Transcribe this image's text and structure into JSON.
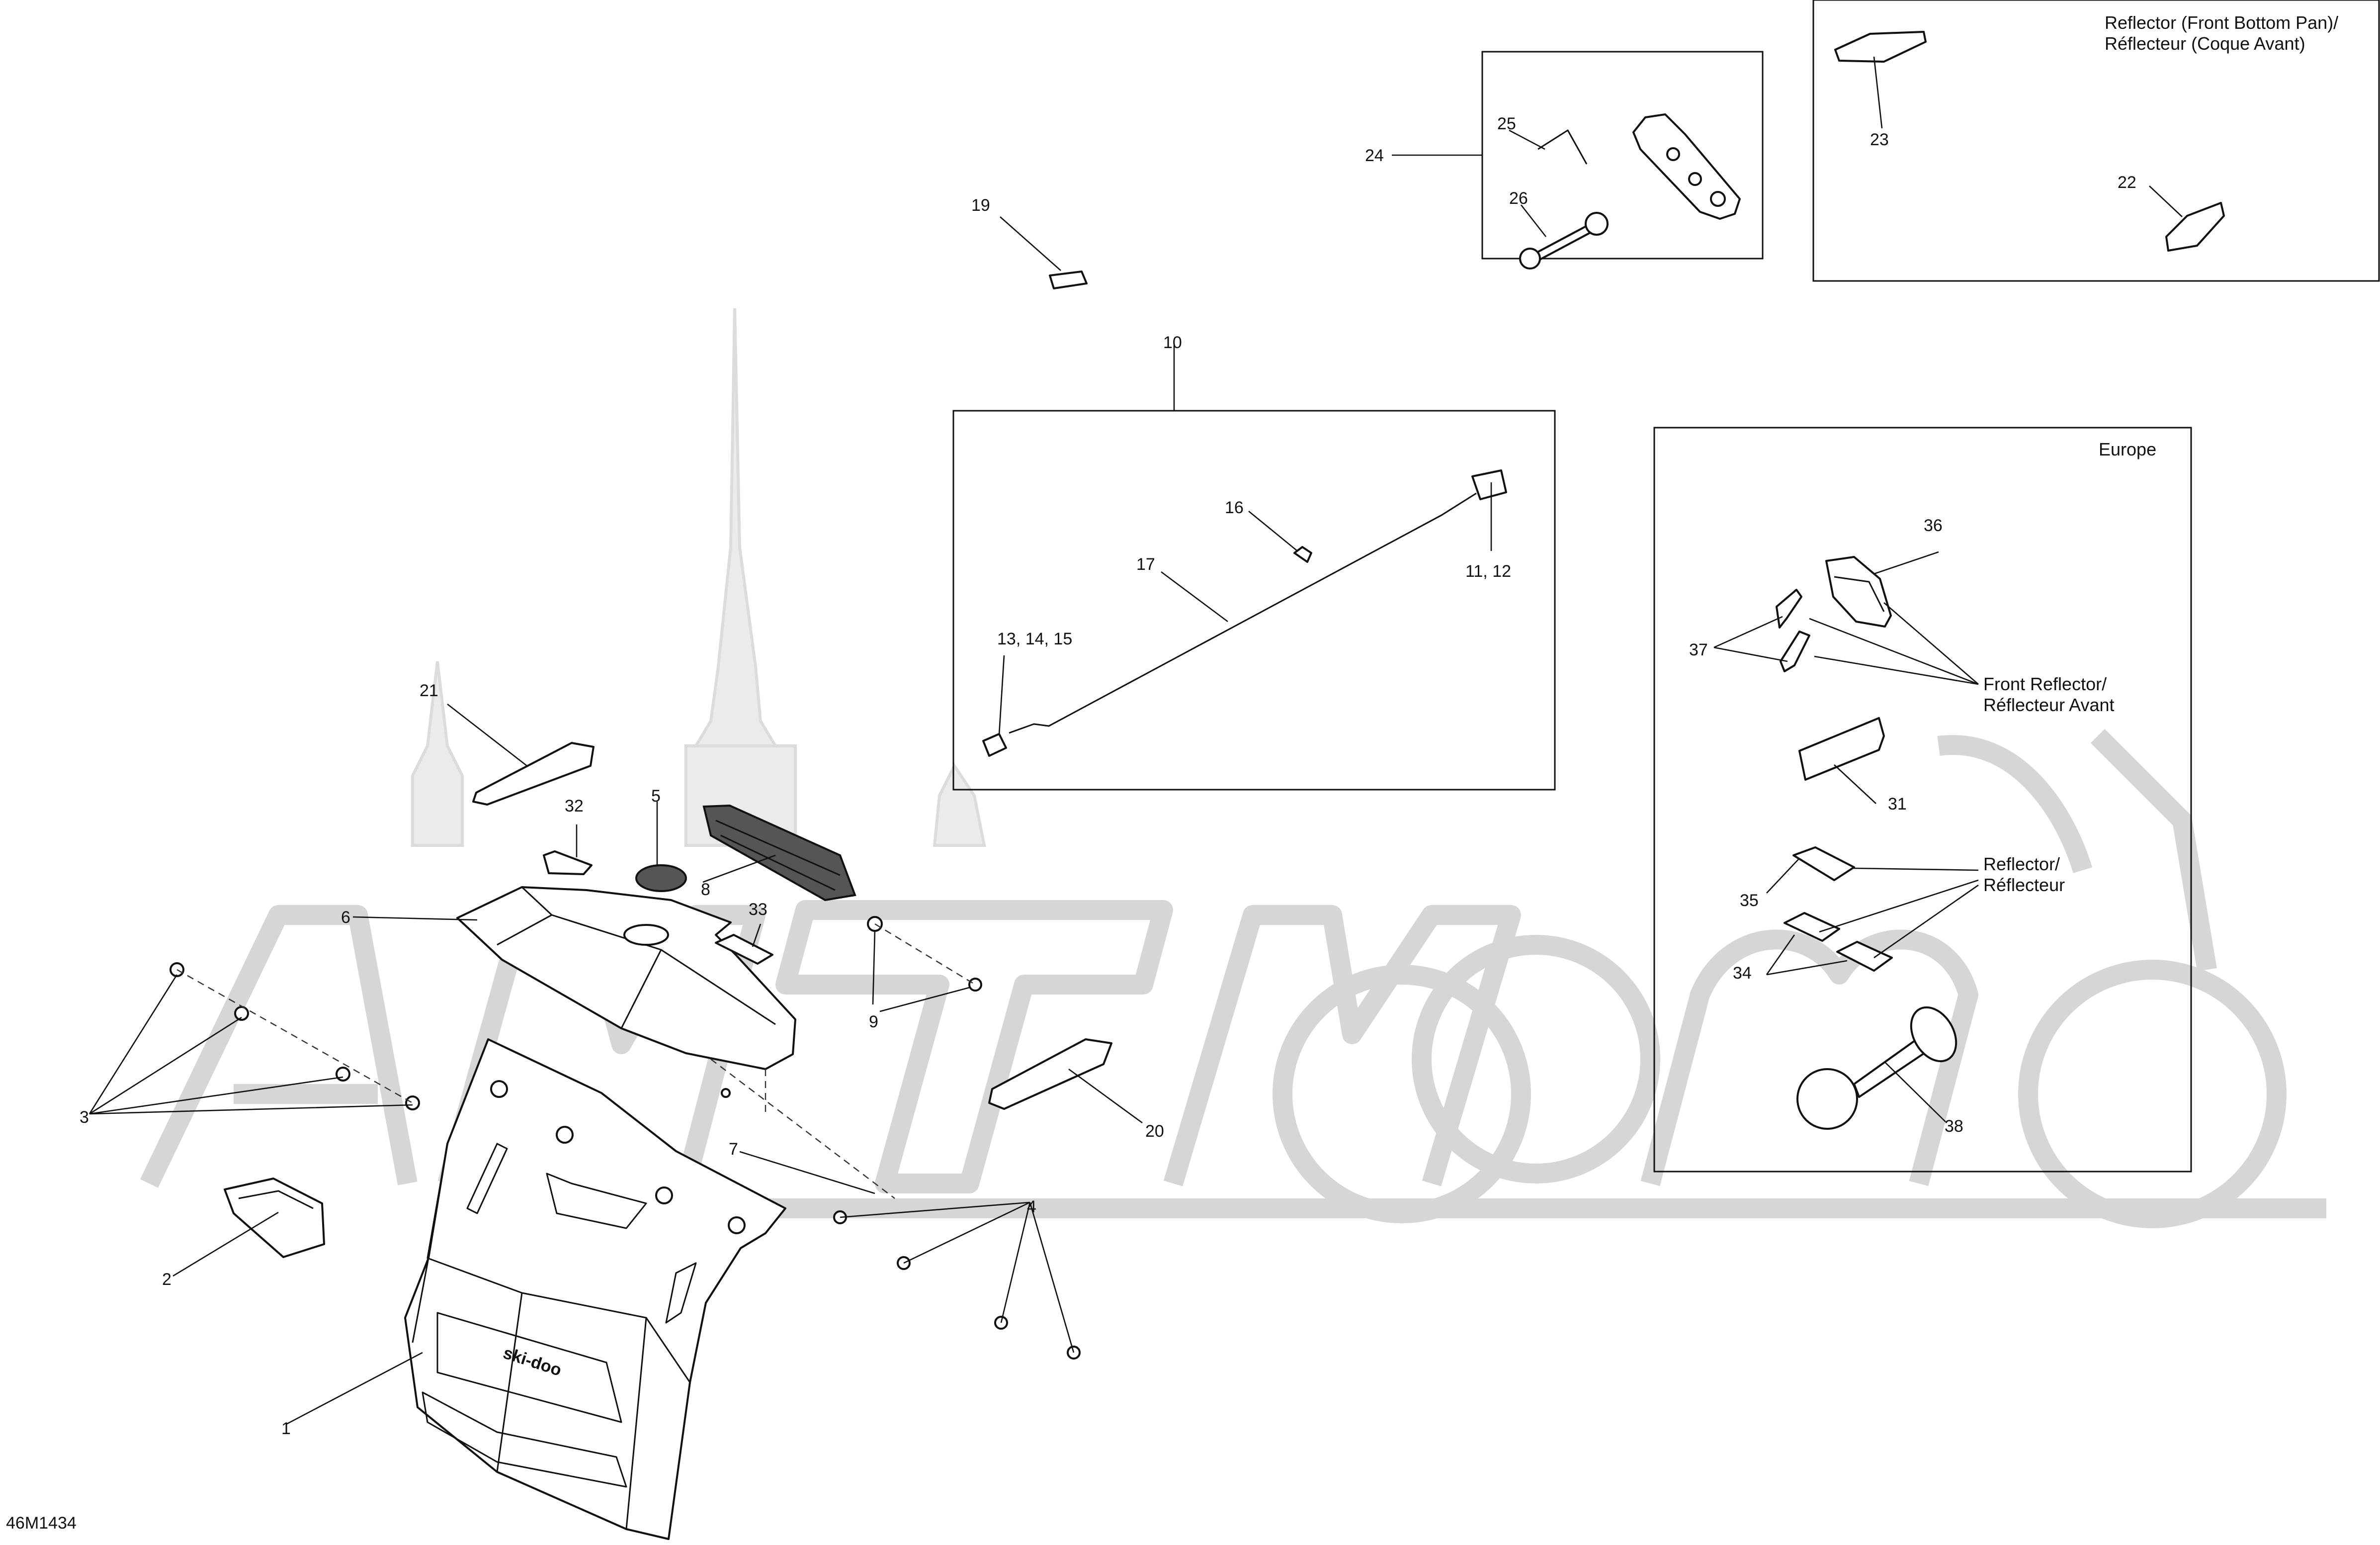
{
  "diagram_code": "46M1434",
  "frame_notes": {
    "bottom_pan_line1": "Reflector (Front Bottom Pan)/",
    "bottom_pan_line2": "Réflecteur (Coque Avant)",
    "europe": "Europe",
    "front_reflector_line1": "Front Reflector/",
    "front_reflector_line2": "Réflecteur Avant",
    "reflector_line1": "Reflector/",
    "reflector_line2": "Réflecteur"
  },
  "brand_lettering": "ski-doo",
  "callouts": {
    "c1": "1",
    "c2": "2",
    "c3": "3",
    "c4": "4",
    "c5": "5",
    "c6": "6",
    "c7": "7",
    "c8": "8",
    "c9": "9",
    "c10": "10",
    "c11": "11, 12",
    "c13": "13, 14, 15",
    "c16": "16",
    "c17": "17",
    "c19": "19",
    "c20": "20",
    "c21": "21",
    "c22": "22",
    "c23": "23",
    "c24": "24",
    "c25": "25",
    "c26": "26",
    "c31": "31",
    "c32": "32",
    "c33": "33",
    "c34": "34",
    "c35": "35",
    "c36": "36",
    "c37": "37",
    "c38": "38"
  }
}
